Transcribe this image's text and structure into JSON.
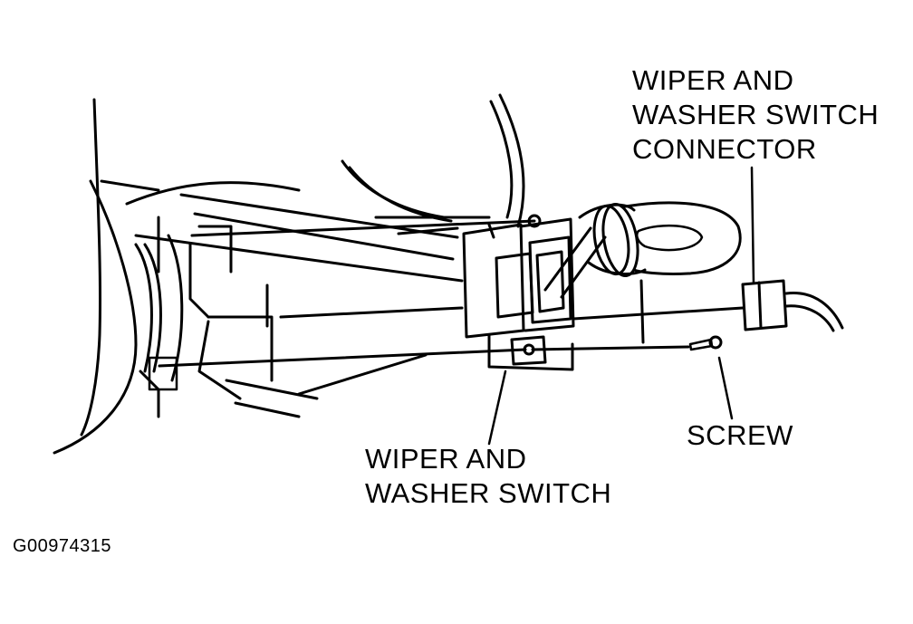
{
  "labels": {
    "connector": [
      "WIPER AND",
      "WASHER SWITCH",
      "CONNECTOR"
    ],
    "switch": [
      "WIPER AND",
      "WASHER SWITCH"
    ],
    "screw": "SCREW"
  },
  "figure_id": "G00974315",
  "colors": {
    "ink": "#000000",
    "paper": "#ffffff"
  }
}
